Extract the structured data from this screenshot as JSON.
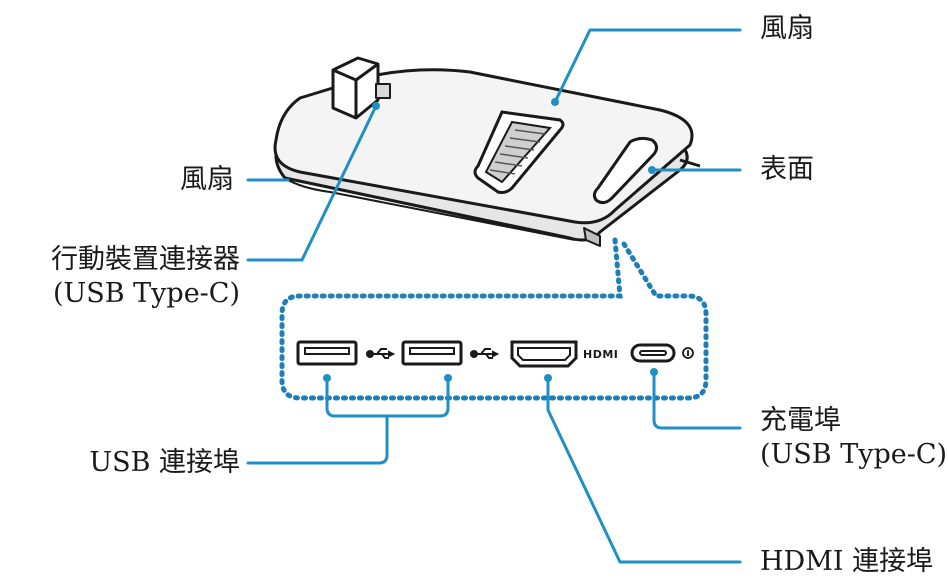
{
  "labels": {
    "fan_top": "風扇",
    "fan_left": "風扇",
    "surface": "表面",
    "mobile_connector": "行動裝置連接器",
    "mobile_connector_sub": "(USB Type-C)",
    "usb_ports": "USB 連接埠",
    "charging_port": "充電埠",
    "charging_port_sub": "(USB Type-C)",
    "hdmi_port": "HDMI 連接埠"
  },
  "port_markings": {
    "hdmi_logo": "HDMI"
  },
  "colors": {
    "leader": "#1f8fc4",
    "dotted": "#1e7fb8",
    "outline": "#1a1a1a",
    "device_fill": "#f4f4f4"
  },
  "icons": [
    "usb-symbol-icon",
    "usb-symbol-icon",
    "power-symbol-icon"
  ]
}
